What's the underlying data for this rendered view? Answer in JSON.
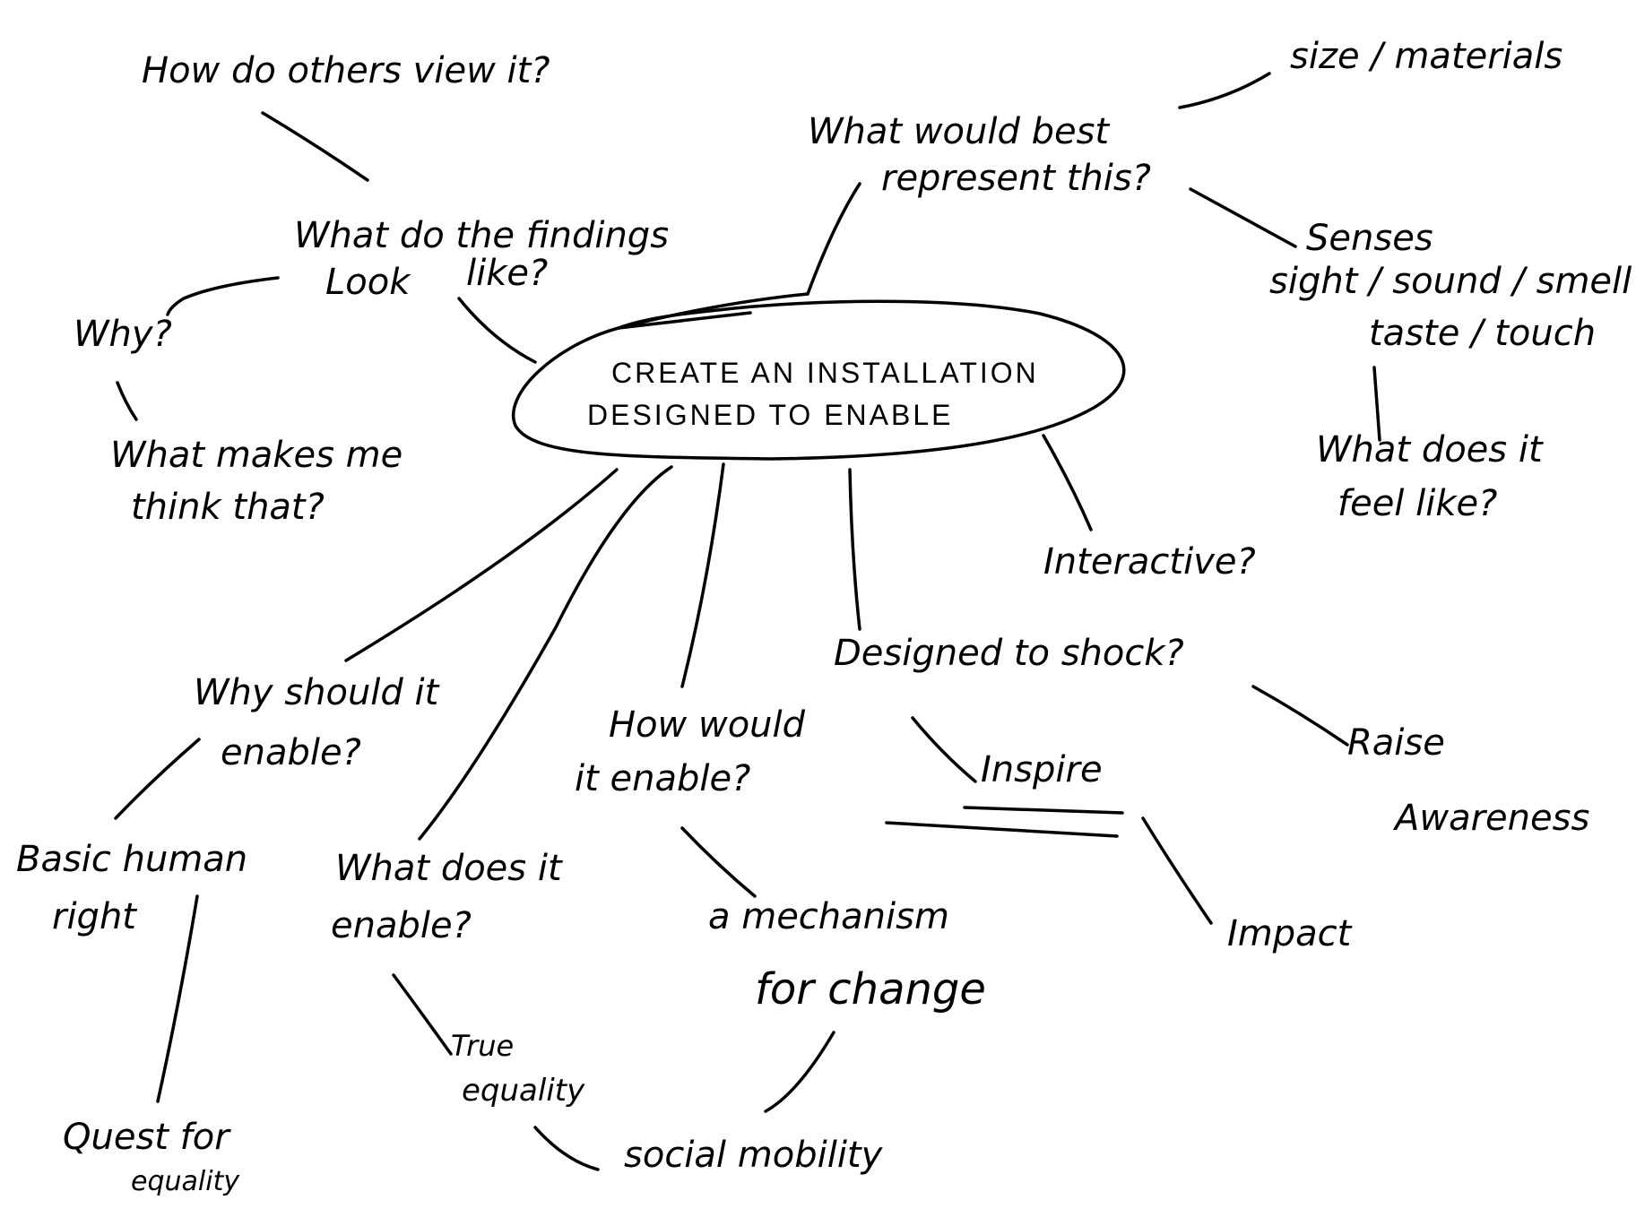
{
  "center": {
    "line1": "CREATE AN INSTALLATION",
    "line2": "DESIGNED TO ENABLE"
  },
  "nodes": {
    "how_others_view": "How do others view it?",
    "findings_line1": "What do the findings",
    "findings_look": "Look",
    "findings_like": "like?",
    "why": "Why?",
    "makes_me_line1": "What makes me",
    "makes_me_line2": "think that?",
    "best_represent_line1": "What would best",
    "best_represent_line2": "represent this?",
    "size_materials": "size / materials",
    "senses_title": "Senses",
    "senses_line1": "sight / sound / smell",
    "senses_line2": "taste / touch",
    "feel_like_line1": "What does it",
    "feel_like_line2": "feel like?",
    "interactive": "Interactive?",
    "shock": "Designed to shock?",
    "raise_line1": "Raise",
    "raise_line2": "Awareness",
    "inspire": "Inspire",
    "impact": "Impact",
    "how_enable_line1": "How would",
    "how_enable_line2": "it enable?",
    "mechanism_line1": "a mechanism",
    "mechanism_line2": "for change",
    "why_enable_line1": "Why should it",
    "why_enable_line2": "enable?",
    "basic_right_line1": "Basic human",
    "basic_right_line2": "right",
    "quest_line1": "Quest for",
    "quest_line2": "equality",
    "what_enable_line1": "What does it",
    "what_enable_line2": "enable?",
    "true_eq_line1": "True",
    "true_eq_line2": "equality",
    "social_mobility": "social mobility"
  }
}
